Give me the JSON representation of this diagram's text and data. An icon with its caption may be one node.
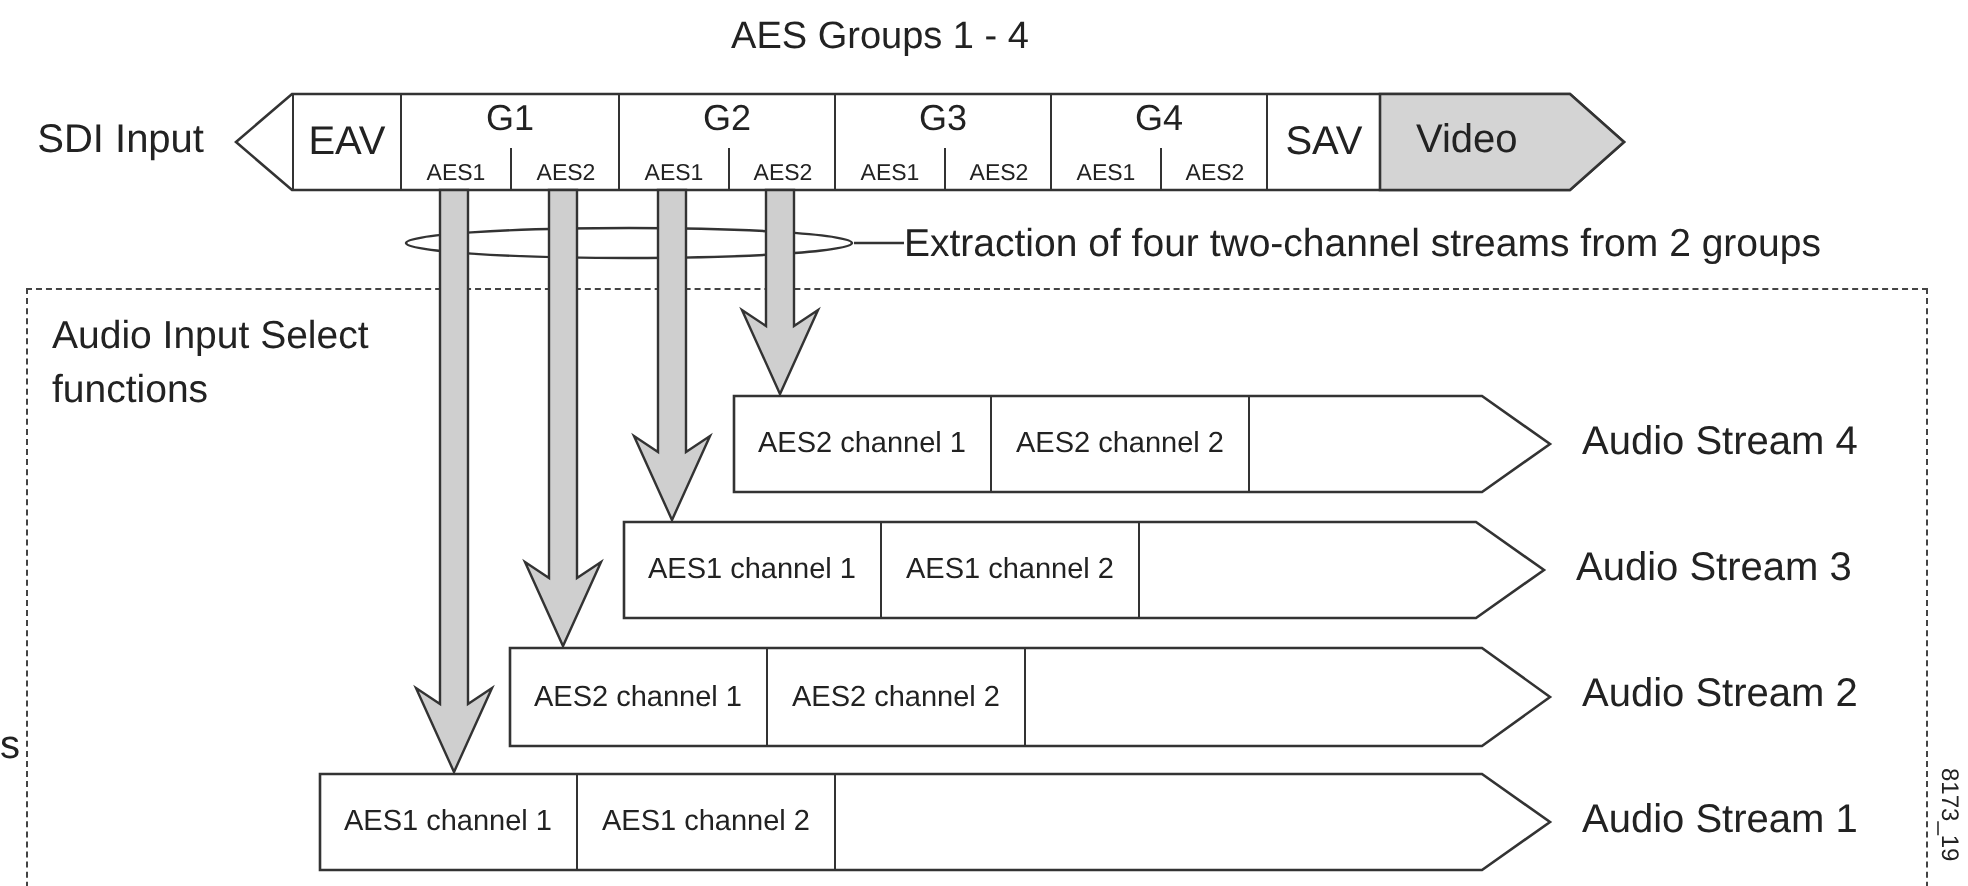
{
  "diagram": {
    "title": "AES Groups 1 - 4",
    "nodes": [
      {
        "text": [
          "SDI Input"
        ]
      },
      {
        "text": [
          "EAV"
        ],
        "in": 0
      },
      {
        "text": [
          "G1"
        ],
        "in": 0
      },
      {
        "text": [
          "AES1"
        ],
        "in": 2
      },
      {
        "text": [
          "AES2"
        ],
        "in": 2
      },
      {
        "text": [
          "G2"
        ],
        "in": 0
      },
      {
        "text": [
          "AES1"
        ],
        "in": 5
      },
      {
        "text": [
          "AES2"
        ],
        "in": 5
      },
      {
        "text": [
          "G3"
        ],
        "in": 0
      },
      {
        "text": [
          "AES1"
        ],
        "in": 8
      },
      {
        "text": [
          "AES2"
        ],
        "in": 8
      },
      {
        "text": [
          "G4"
        ],
        "in": 0
      },
      {
        "text": [
          "AES1"
        ],
        "in": 11
      },
      {
        "text": [
          "AES2"
        ],
        "in": 11
      },
      {
        "text": [
          "SAV"
        ],
        "in": 0
      },
      {
        "text": [
          "Video"
        ],
        "in": 0
      },
      {
        "text": [],
        "shape": "ellipse"
      },
      {
        "text": [
          "Extraction of four two-channel streams from 2 groups"
        ]
      },
      {
        "text": [
          "Audio Input Select functions"
        ]
      },
      {
        "text": [
          "AES2 channel 1",
          "AES2 channel 2"
        ],
        "beside": [
          "Audio Stream 4"
        ],
        "in": 18
      },
      {
        "text": [
          "AES1 channel 1",
          "AES1 channel 2"
        ],
        "beside": [
          "Audio Stream 3"
        ],
        "in": 18
      },
      {
        "text": [
          "AES2 channel 1",
          "AES2 channel 2"
        ],
        "beside": [
          "Audio Stream 2"
        ],
        "in": 18
      },
      {
        "text": [
          "AES1 channel 1",
          "AES1 channel 2"
        ],
        "beside": [
          "Audio Stream 1"
        ],
        "in": 18
      }
    ],
    "edges": [
      {
        "from": 17,
        "to": 16,
        "arrow": "none"
      },
      {
        "from": 3,
        "to": 22,
        "arrow": "to",
        "style": "thick"
      },
      {
        "from": 4,
        "to": 21,
        "arrow": "to",
        "style": "thick"
      },
      {
        "from": 6,
        "to": 20,
        "arrow": "to",
        "style": "thick"
      },
      {
        "from": 7,
        "to": 19,
        "arrow": "to",
        "style": "thick"
      }
    ],
    "labels": [
      "s",
      "8173_19"
    ]
  }
}
